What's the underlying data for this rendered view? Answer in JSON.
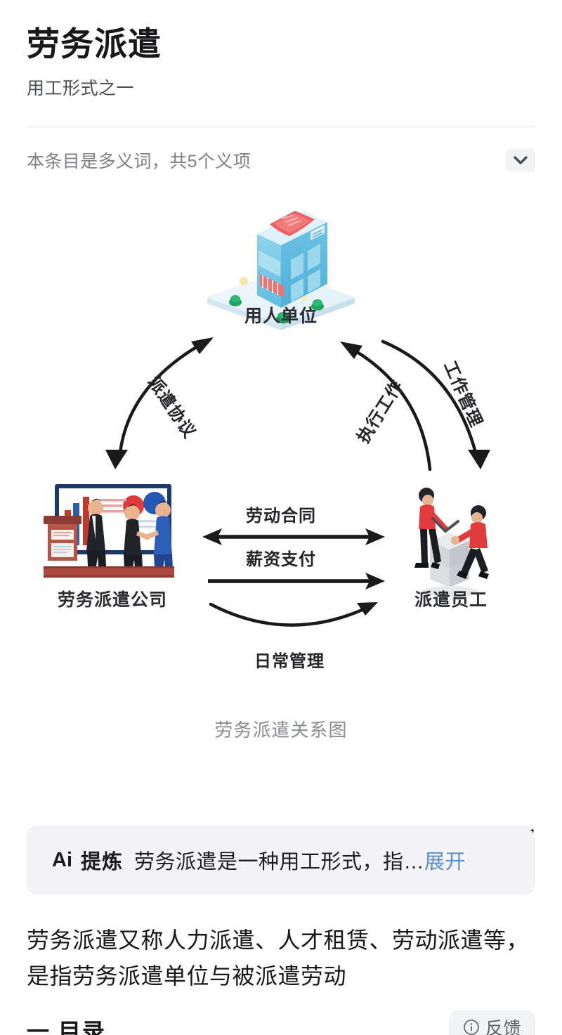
{
  "header": {
    "title": "劳务派遣",
    "subtitle": "用工形式之一"
  },
  "polysemy": {
    "text": "本条目是多义词，共5个义项",
    "expand_icon": "chevron-down-icon"
  },
  "figure": {
    "caption": "劳务派遣关系图",
    "nodes": [
      {
        "id": "employer",
        "label": "用人单位",
        "illustration": "isometric-office-building-icon"
      },
      {
        "id": "dispatch-company",
        "label": "劳务派遣公司",
        "illustration": "business-meeting-icon"
      },
      {
        "id": "dispatched-staff",
        "label": "派遣员工",
        "illustration": "two-workers-icon"
      }
    ],
    "edges": [
      {
        "id": "dispatch-agreement",
        "label": "派遣协议",
        "from": "dispatch-company",
        "to": "employer",
        "direction": "both",
        "style": "curved"
      },
      {
        "id": "execute-work",
        "label": "执行工作",
        "from": "dispatched-staff",
        "to": "employer",
        "direction": "to",
        "style": "curved"
      },
      {
        "id": "work-management",
        "label": "工作管理",
        "from": "employer",
        "to": "dispatched-staff",
        "direction": "to",
        "style": "curved"
      },
      {
        "id": "labor-contract",
        "label": "劳动合同",
        "from": "dispatch-company",
        "to": "dispatched-staff",
        "direction": "both",
        "style": "straight"
      },
      {
        "id": "salary-payment",
        "label": "薪资支付",
        "from": "dispatch-company",
        "to": "dispatched-staff",
        "direction": "to",
        "style": "straight"
      },
      {
        "id": "daily-management",
        "label": "日常管理",
        "from": "dispatch-company",
        "to": "dispatched-staff",
        "direction": "to",
        "style": "curved"
      }
    ]
  },
  "ai_card": {
    "logo": "Ai",
    "tag": "提炼",
    "summary": "劳务派遣是一种用工形式，指…",
    "expand_label": "展开"
  },
  "article": {
    "body": "劳务派遣又称人力派遣、人才租赁、劳动派遣等，是指劳务派遣单位与被派遣劳动",
    "toc_heading": "一 目录"
  },
  "feedback": {
    "label": "反馈",
    "icon": "info-circle-icon"
  },
  "colors": {
    "page_background": "#ffffff",
    "title_text": "#17181a",
    "muted_text": "#7d8086",
    "card_background": "#f4f4f6",
    "link_blue": "#5b8fc7",
    "arrow_black": "#1a1a1a"
  }
}
